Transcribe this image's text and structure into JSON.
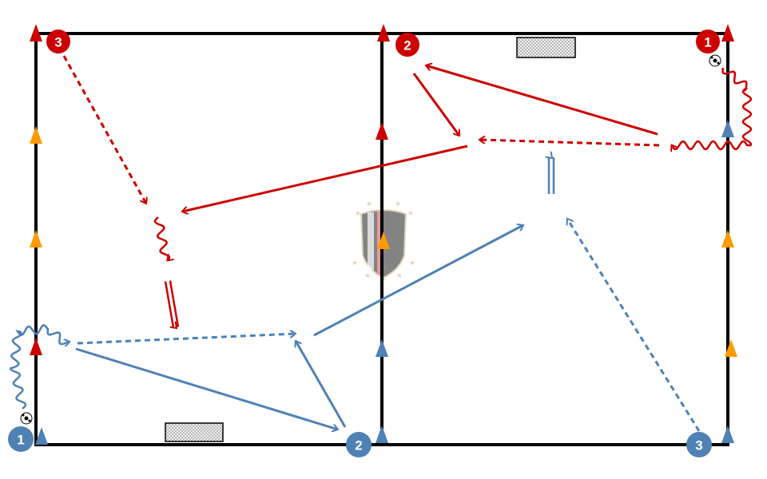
{
  "colors": {
    "red": "#cc0000",
    "blue": "#4f81b4",
    "orange": "#ff9900",
    "field": "#000000",
    "logo": "#d8d0b0"
  },
  "red_team": {
    "players": [
      {
        "label": "3"
      },
      {
        "label": "2"
      },
      {
        "label": "1"
      }
    ]
  },
  "blue_team": {
    "players": [
      {
        "label": "1"
      },
      {
        "label": "2"
      },
      {
        "label": "3"
      }
    ]
  },
  "icons": {
    "cone": "triangle-cone",
    "ball": "soccer-ball",
    "goal": "mini-goal",
    "logo": "club-crest-watermark"
  }
}
